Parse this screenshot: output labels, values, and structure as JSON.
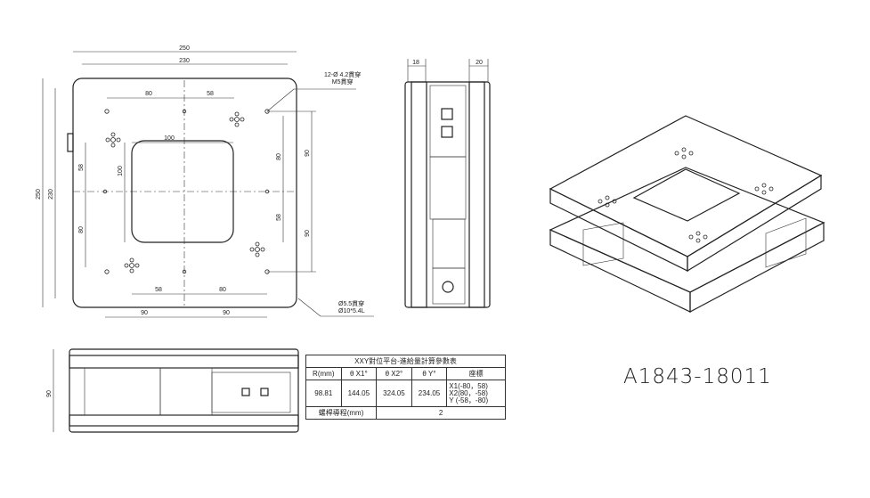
{
  "drawing": {
    "part_number": "A1843-18011",
    "top_view": {
      "dims": [
        "250",
        "230",
        "250",
        "230",
        "80",
        "58",
        "100",
        "100",
        "58",
        "80",
        "90",
        "90",
        "80",
        "58",
        "58",
        "80",
        "90",
        "90"
      ],
      "note_holes_top": [
        "12-Ø 4.2貫穿",
        "M5貫穿"
      ],
      "note_holes_bottom": [
        "Ø5.5貫穿",
        "Ø10*5.4L"
      ]
    },
    "side_view": {
      "dims": [
        "18",
        "20"
      ]
    },
    "front_view": {
      "dims": [
        "90"
      ]
    },
    "table": {
      "title": "XXY對位平台-進給量計算參數表",
      "headers": [
        "R(mm)",
        "θ X1°",
        "θ X2°",
        "θ Y°",
        "座標"
      ],
      "row": [
        "98.81",
        "144.05",
        "324.05",
        "234.05"
      ],
      "coords": [
        "X1(-80，58)",
        "X2(80，-58)",
        "Y (-58，-80)"
      ],
      "pitch_label": "螺桿導程(mm)",
      "pitch_value": "2"
    }
  }
}
